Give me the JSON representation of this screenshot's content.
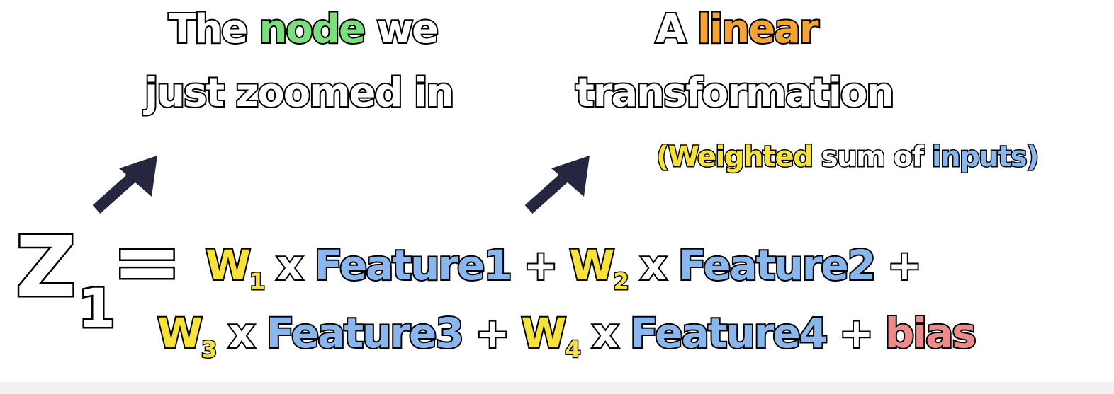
{
  "colors": {
    "white": "#ffffff",
    "outline": "#000000",
    "node_green": "#7be07b",
    "linear_orange": "#f4a335",
    "weight_yellow": "#f7e23a",
    "feature_blue": "#89b6ec",
    "bias_red": "#ef8a8a",
    "arrow_navy": "#262641"
  },
  "left_caption": {
    "line1_pre": "The ",
    "line1_highlight": "node",
    "line1_post": " we",
    "line2": "just zoomed in"
  },
  "right_caption": {
    "line1_pre": "A ",
    "line1_highlight": "linear",
    "line2": "transformation",
    "sub_open": "(",
    "sub_weighted": "Weighted",
    "sub_mid": " sum of ",
    "sub_inputs": "inputs",
    "sub_close": ")"
  },
  "equation": {
    "lhs_main": "Z",
    "lhs_sub": "1",
    "equals": "=",
    "line1": {
      "w1": "W",
      "w1_sub": "1",
      "times1": "x",
      "feature1": "Feature1",
      "plus1": "+",
      "w2": "W",
      "w2_sub": "2",
      "times2": "x",
      "feature2": "Feature2",
      "plus2": "+"
    },
    "line2": {
      "w3": "W",
      "w3_sub": "3",
      "times3": "x",
      "feature3": "Feature3",
      "plus3": "+",
      "w4": "W",
      "w4_sub": "4",
      "times4": "x",
      "feature4": "Feature4",
      "plus4": "+",
      "bias": "bias"
    }
  }
}
